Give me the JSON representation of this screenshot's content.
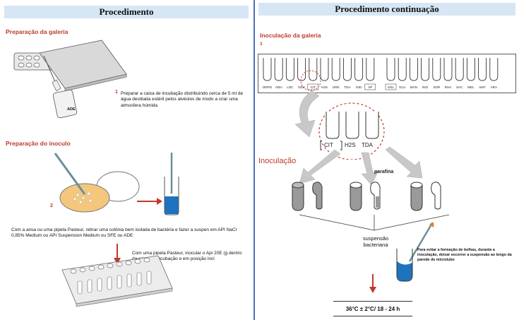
{
  "left": {
    "title": "Procedimento",
    "galeria_heading": "Preparação da galeria",
    "step1_number": "1",
    "step1_text": "Preparar a caixa de incubação distribuindo cerca de 5 ml de água destilada estéril pelos alvéolos de modo a criar uma atmosfera húmida",
    "ade_label": "ADE",
    "inoculo_heading": "Preparação do inoculo",
    "step2_number": "2",
    "step2_text": "Com a ansa ou uma pipeta Pasteur, retirar uma colônia bem isolada de bactéria e fazer a suspen em API NaCl 0,85% Medium ou API Suspension Medium ou SFE ou ADE",
    "step2b_text": "Com uma pipeta Pasteur, inocular o Api 20E (g dentro da caixa de incubação e em posição incl"
  },
  "right": {
    "title": "Procedimento continuação",
    "inoculacao_galeria_heading": "Inoculação da galeria",
    "step3_number": "3",
    "tests_group1": [
      "ONPG",
      "ADH",
      "LDC",
      "ODC",
      "CIT",
      "H2S",
      "URE",
      "TDA",
      "IND",
      "VP"
    ],
    "tests_group2": [
      "GEL",
      "GLU",
      "MAN",
      "INO",
      "SOR",
      "RHA",
      "SAC",
      "MEL",
      "AMY",
      "ARA"
    ],
    "zoom_labels": [
      "CIT",
      "H2S",
      "TDA"
    ],
    "inoculacao_label": "Inoculação",
    "parafina_label": "parafina",
    "suspensao_label": "suspensão bacteriana",
    "note_text": "Para evitar a formação de bolhas, durante a inoculação, deixar escorrer a suspensão ao longo da parede do microtubo",
    "incubation_text": "36°C ± 2°C/ 18 - 24 h"
  },
  "colors": {
    "heading_red": "#c0392b",
    "header_bg": "#d6e6f5",
    "divider": "#4a6fb5",
    "blue_liquid": "#1e73be",
    "arrow_gray": "#c8c8c8"
  }
}
